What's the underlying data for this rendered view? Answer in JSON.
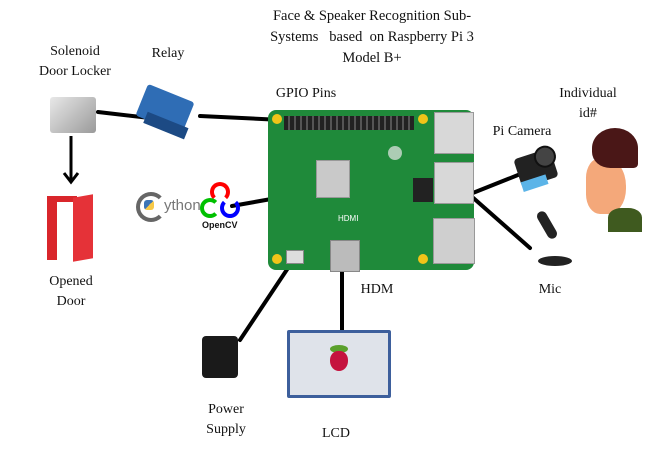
{
  "title": {
    "line1": "Face & Speaker Recognition Sub-",
    "line2": "Systems   based  on Raspberry Pi 3",
    "line3": "Model B+"
  },
  "components": {
    "solenoid": {
      "line1": "Solenoid",
      "line2": "Door Locker"
    },
    "relay": {
      "label": "Relay"
    },
    "gpio": {
      "label": "GPIO Pins"
    },
    "door": {
      "line1": "Opened",
      "line2": "Door"
    },
    "python": {
      "label": "ython"
    },
    "opencv": {
      "label": "OpenCV"
    },
    "pi_board": {
      "hdmi_silk": "HDMI"
    },
    "individual": {
      "line1": "Individual",
      "line2": "id#"
    },
    "pi_camera": {
      "label": "Pi Camera"
    },
    "mic": {
      "label": "Mic"
    },
    "hdmi_cable": {
      "label": "HDM"
    },
    "power_supply": {
      "line1": "Power",
      "line2": "Supply"
    },
    "lcd": {
      "label": "LCD"
    }
  },
  "colors": {
    "board_green": "#1f8a3a",
    "door_red": "#e53238",
    "relay_blue": "#2f6db5",
    "wire": "#000000"
  }
}
